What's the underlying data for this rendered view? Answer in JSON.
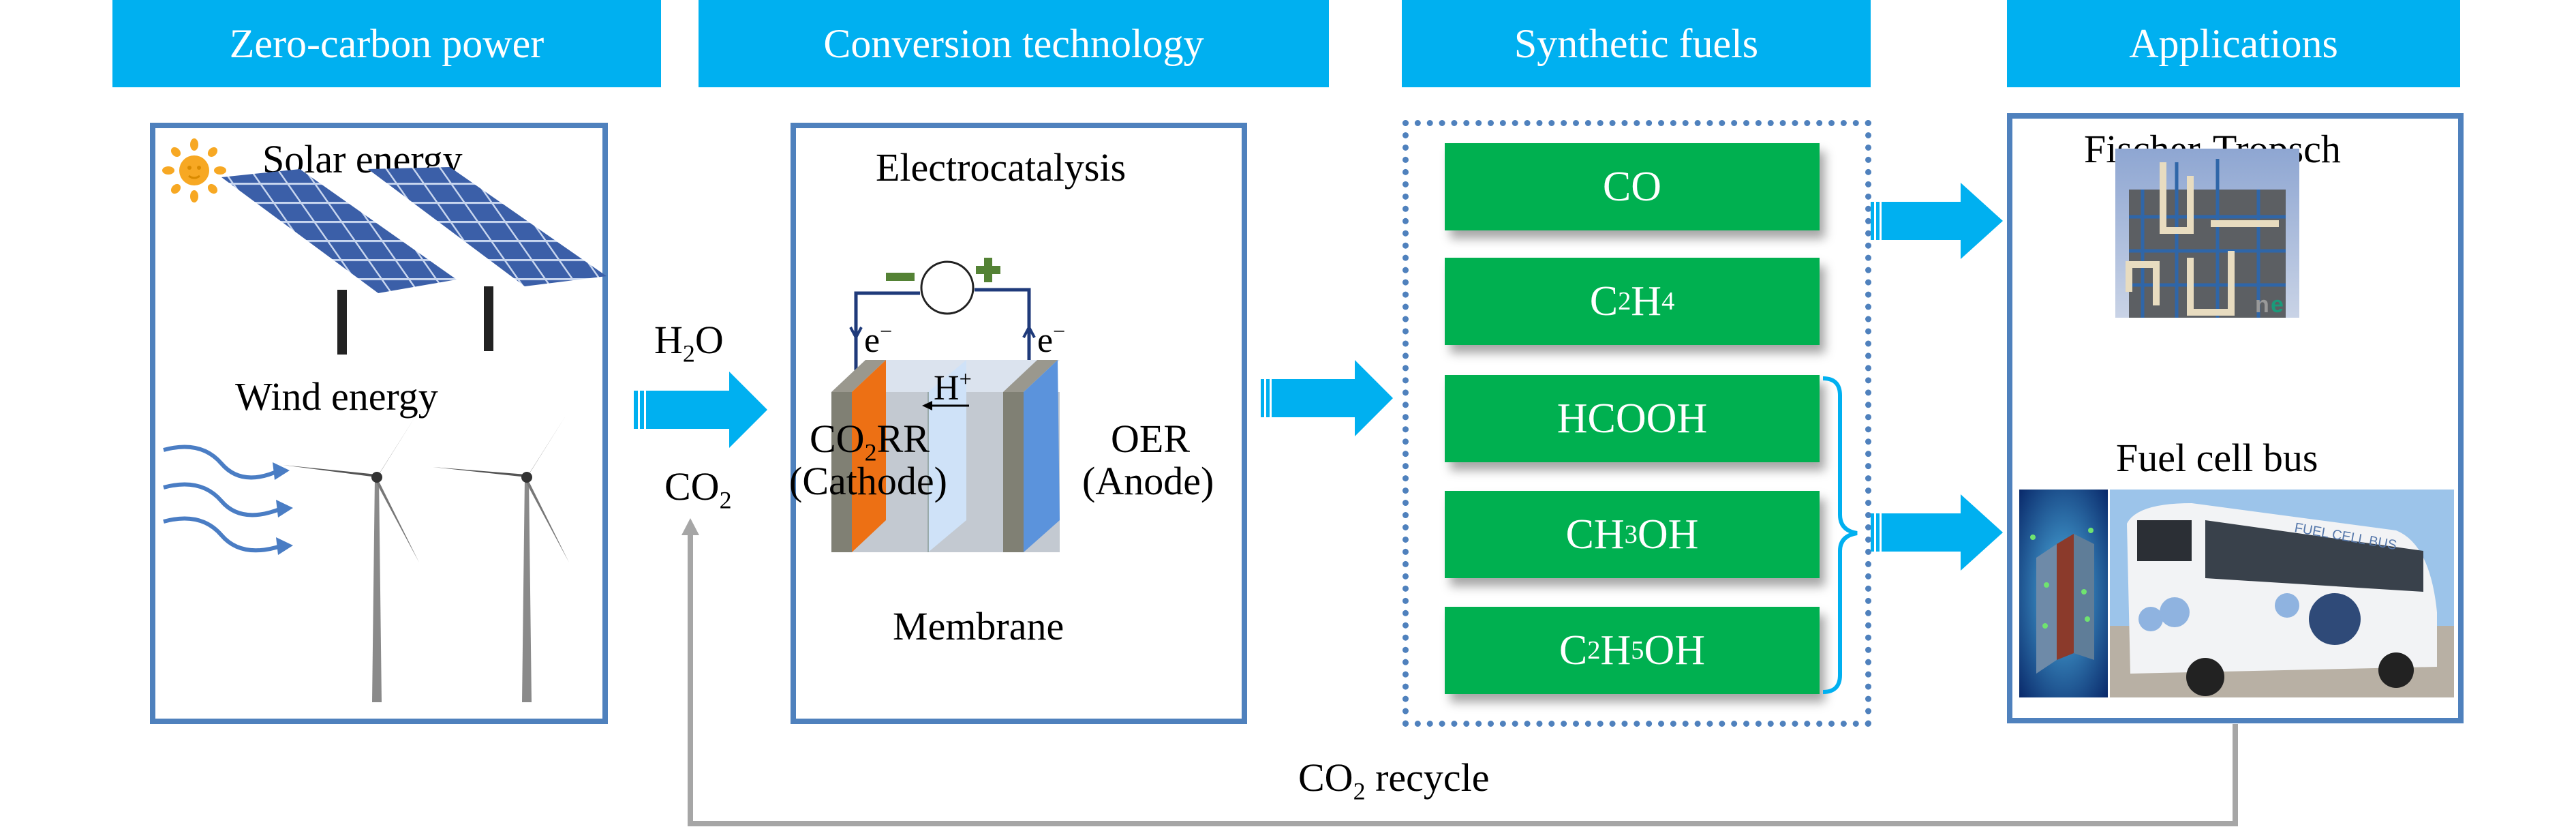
{
  "headers": {
    "power": "Zero-carbon power",
    "conversion": "Conversion technology",
    "fuels": "Synthetic fuels",
    "applications": "Applications"
  },
  "power_panel": {
    "solar_label": "Solar energy",
    "wind_label": "Wind energy"
  },
  "inputs": {
    "water": {
      "base": "H",
      "sub": "2",
      "tail": "O"
    },
    "co2": {
      "base": "CO",
      "sub": "2"
    }
  },
  "electrocatalysis": {
    "title": "Electrocatalysis",
    "electron_left": {
      "base": "e",
      "sup": "−"
    },
    "electron_right": {
      "base": "e",
      "sup": "−"
    },
    "proton": {
      "base": "H",
      "sup": "+"
    },
    "cathode_line1": {
      "base": "CO",
      "sub": "2",
      "tail": "RR"
    },
    "cathode_line2": "(Cathode)",
    "anode_line1": "OER",
    "anode_line2": "(Anode)",
    "membrane": "Membrane",
    "minus_sign": "−",
    "plus_sign": "+"
  },
  "fuels": [
    {
      "parts": [
        {
          "t": "CO"
        }
      ]
    },
    {
      "parts": [
        {
          "t": "C"
        },
        {
          "s": "2"
        },
        {
          "t": "H"
        },
        {
          "s": "4"
        }
      ]
    },
    {
      "parts": [
        {
          "t": "HCOOH"
        }
      ]
    },
    {
      "parts": [
        {
          "t": "CH"
        },
        {
          "s": "3"
        },
        {
          "t": "OH"
        }
      ]
    },
    {
      "parts": [
        {
          "t": "C"
        },
        {
          "s": "2"
        },
        {
          "t": "H"
        },
        {
          "s": "5"
        },
        {
          "t": "OH"
        }
      ]
    }
  ],
  "applications": {
    "fischer_tropsch": "Fischer-Tropsch",
    "fuel_cell_bus": "Fuel cell bus",
    "bus_livery_text": "FUEL CELL BUS"
  },
  "recycle": {
    "base": "CO",
    "sub": "2",
    "tail": " recycle"
  },
  "colors": {
    "header": "#00b0f0",
    "panel_border": "#4f81bd",
    "fuel_box": "#00b050",
    "flow_arrow": "#00b0f0",
    "recycle_line": "#a6a6a6",
    "cathode": "#ed7014",
    "anode": "#5b93dc",
    "circuit": "#1f3a7a",
    "polarity": "#548235"
  }
}
